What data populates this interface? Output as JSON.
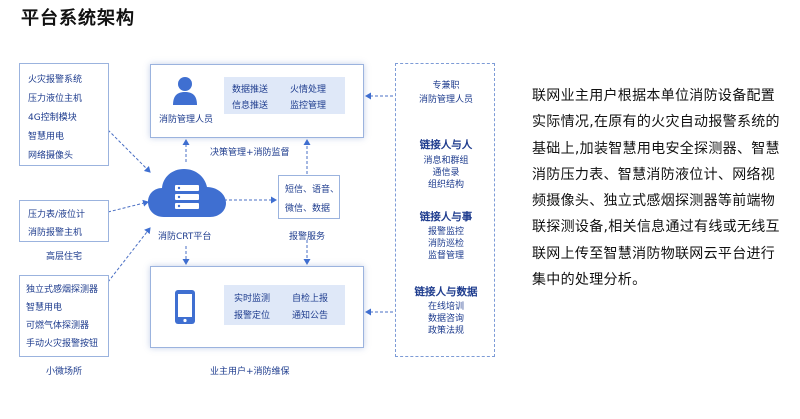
{
  "title": "平台系统架构",
  "left_groups": [
    {
      "items": [
        "火灾报警系统",
        "压力液位主机",
        "4G控制模块",
        "智慧用电",
        "网络摄像头"
      ]
    },
    {
      "items": [
        "压力表/液位计",
        "消防报警主机"
      ],
      "caption": "高层住宅"
    },
    {
      "items": [
        "独立式感烟探测器",
        "智慧用电",
        "可燃气体探测器",
        "手动火灾报警按钮"
      ],
      "caption": "小微场所"
    }
  ],
  "top_panel": {
    "role_label": "消防管理人员",
    "services": [
      "数据推送",
      "火情处理",
      "信息推送",
      "监控管理"
    ],
    "link_label": "决策管理+消防监督"
  },
  "cloud": {
    "label": "消防CRT平台"
  },
  "sms": {
    "lines": [
      "短信、语音、",
      "微信、数据"
    ],
    "caption": "报警服务"
  },
  "bottom_panel": {
    "services": [
      "实时监测",
      "自检上报",
      "报警定位",
      "通知公告"
    ],
    "caption": "业主用户+消防维保"
  },
  "right_panel": {
    "top_lines": [
      "专兼职",
      "消防管理人员"
    ],
    "sections": [
      {
        "heading": "链接人与人",
        "items": [
          "消息和群组",
          "通信录",
          "组织结构"
        ]
      },
      {
        "heading": "链接人与事",
        "items": [
          "报警监控",
          "消防巡检",
          "监督管理"
        ]
      },
      {
        "heading": "链接人与数据",
        "items": [
          "在线培训",
          "数据咨询",
          "政策法规"
        ]
      }
    ]
  },
  "description": "联网业主用户根据本单位消防设备配置实际情况,在原有的火灾自动报警系统的基础上,加装智慧用电安全探测器、智慧消防压力表、智慧消防液位计、网络视频摄像头、独立式感烟探测器等前端物联探测设备,相关信息通过有线或无线互联网上传至智慧消防物联网云平台进行集中的处理分析。",
  "colors": {
    "accent": "#3f6fd1",
    "text": "#1e3c8e",
    "panel": "#dfe8f8",
    "border": "#9bb3de"
  }
}
